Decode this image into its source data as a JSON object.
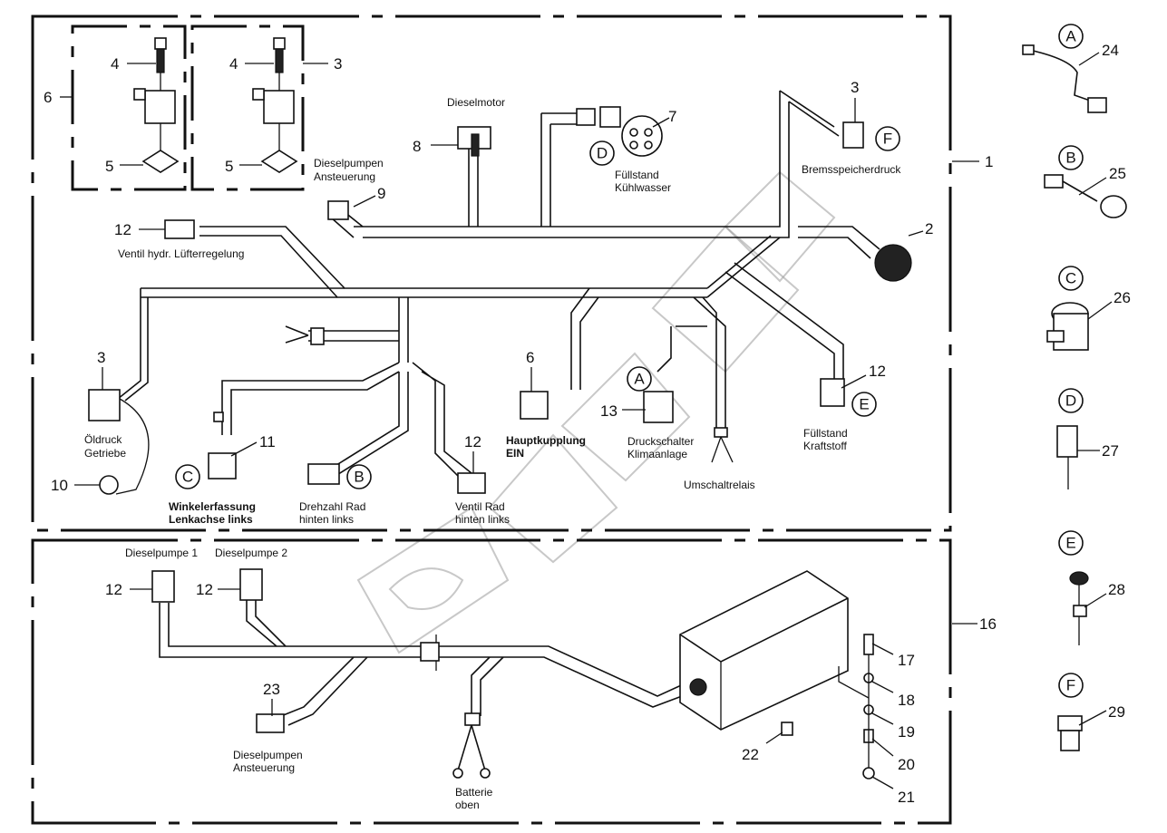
{
  "diagram": {
    "title": "Wiring harness parts diagram",
    "watermark": "SWB",
    "groups": [
      {
        "id": "1",
        "label": "1"
      },
      {
        "id": "16",
        "label": "16"
      },
      {
        "id": "6",
        "label": "6"
      },
      {
        "id": "3-top",
        "label": "3"
      }
    ],
    "callouts": {
      "n1": "1",
      "n2": "2",
      "n3a": "3",
      "n3b": "3",
      "n3c": "3",
      "n4a": "4",
      "n4b": "4",
      "n5a": "5",
      "n5b": "5",
      "n6a": "6",
      "n6b": "6",
      "n7": "7",
      "n8": "8",
      "n9": "9",
      "n10": "10",
      "n11": "11",
      "n12a": "12",
      "n12b": "12",
      "n12c": "12",
      "n12d": "12",
      "n12e": "12",
      "n13": "13",
      "n16": "16",
      "n17": "17",
      "n18": "18",
      "n19": "19",
      "n20": "20",
      "n21": "21",
      "n22": "22",
      "n23": "23",
      "n24": "24",
      "n25": "25",
      "n26": "26",
      "n27": "27",
      "n28": "28",
      "n29": "29"
    },
    "letters": {
      "A1": "A",
      "A2": "A",
      "B1": "B",
      "B2": "B",
      "C1": "C",
      "C2": "C",
      "D1": "D",
      "D2": "D",
      "E1": "E",
      "E2": "E",
      "F1": "F",
      "F2": "F"
    },
    "labels": {
      "dieselpumpen_ansteuerung_top_1": "Dieselpumpen",
      "dieselpumpen_ansteuerung_top_2": "Ansteuerung",
      "dieselmotor": "Dieselmotor",
      "fuellstand_kuehlwasser_1": "Füllstand",
      "fuellstand_kuehlwasser_2": "Kühlwasser",
      "bremsspeicherdruck": "Bremsspeicherdruck",
      "ventil_luefter": "Ventil hydr. Lüfterregelung",
      "oeldruck_1": "Öldruck",
      "oeldruck_2": "Getriebe",
      "winkel_1": "Winkelerfassung",
      "winkel_2": "Lenkachse links",
      "drehzahl_1": "Drehzahl Rad",
      "drehzahl_2": "hinten links",
      "ventil_rad_1": "Ventil Rad",
      "ventil_rad_2": "hinten links",
      "hauptkupplung_1": "Hauptkupplung",
      "hauptkupplung_2": "EIN",
      "druckschalter_1": "Druckschalter",
      "druckschalter_2": "Klimaanlage",
      "umschaltrelais": "Umschaltrelais",
      "fuellstand_kraftstoff_1": "Füllstand",
      "fuellstand_kraftstoff_2": "Kraftstoff",
      "dieselpumpe1": "Dieselpumpe 1",
      "dieselpumpe2": "Dieselpumpe 2",
      "dieselpumpen_ansteuerung_bot_1": "Dieselpumpen",
      "dieselpumpen_ansteuerung_bot_2": "Ansteuerung",
      "batterie_1": "Batterie",
      "batterie_2": "oben"
    }
  }
}
